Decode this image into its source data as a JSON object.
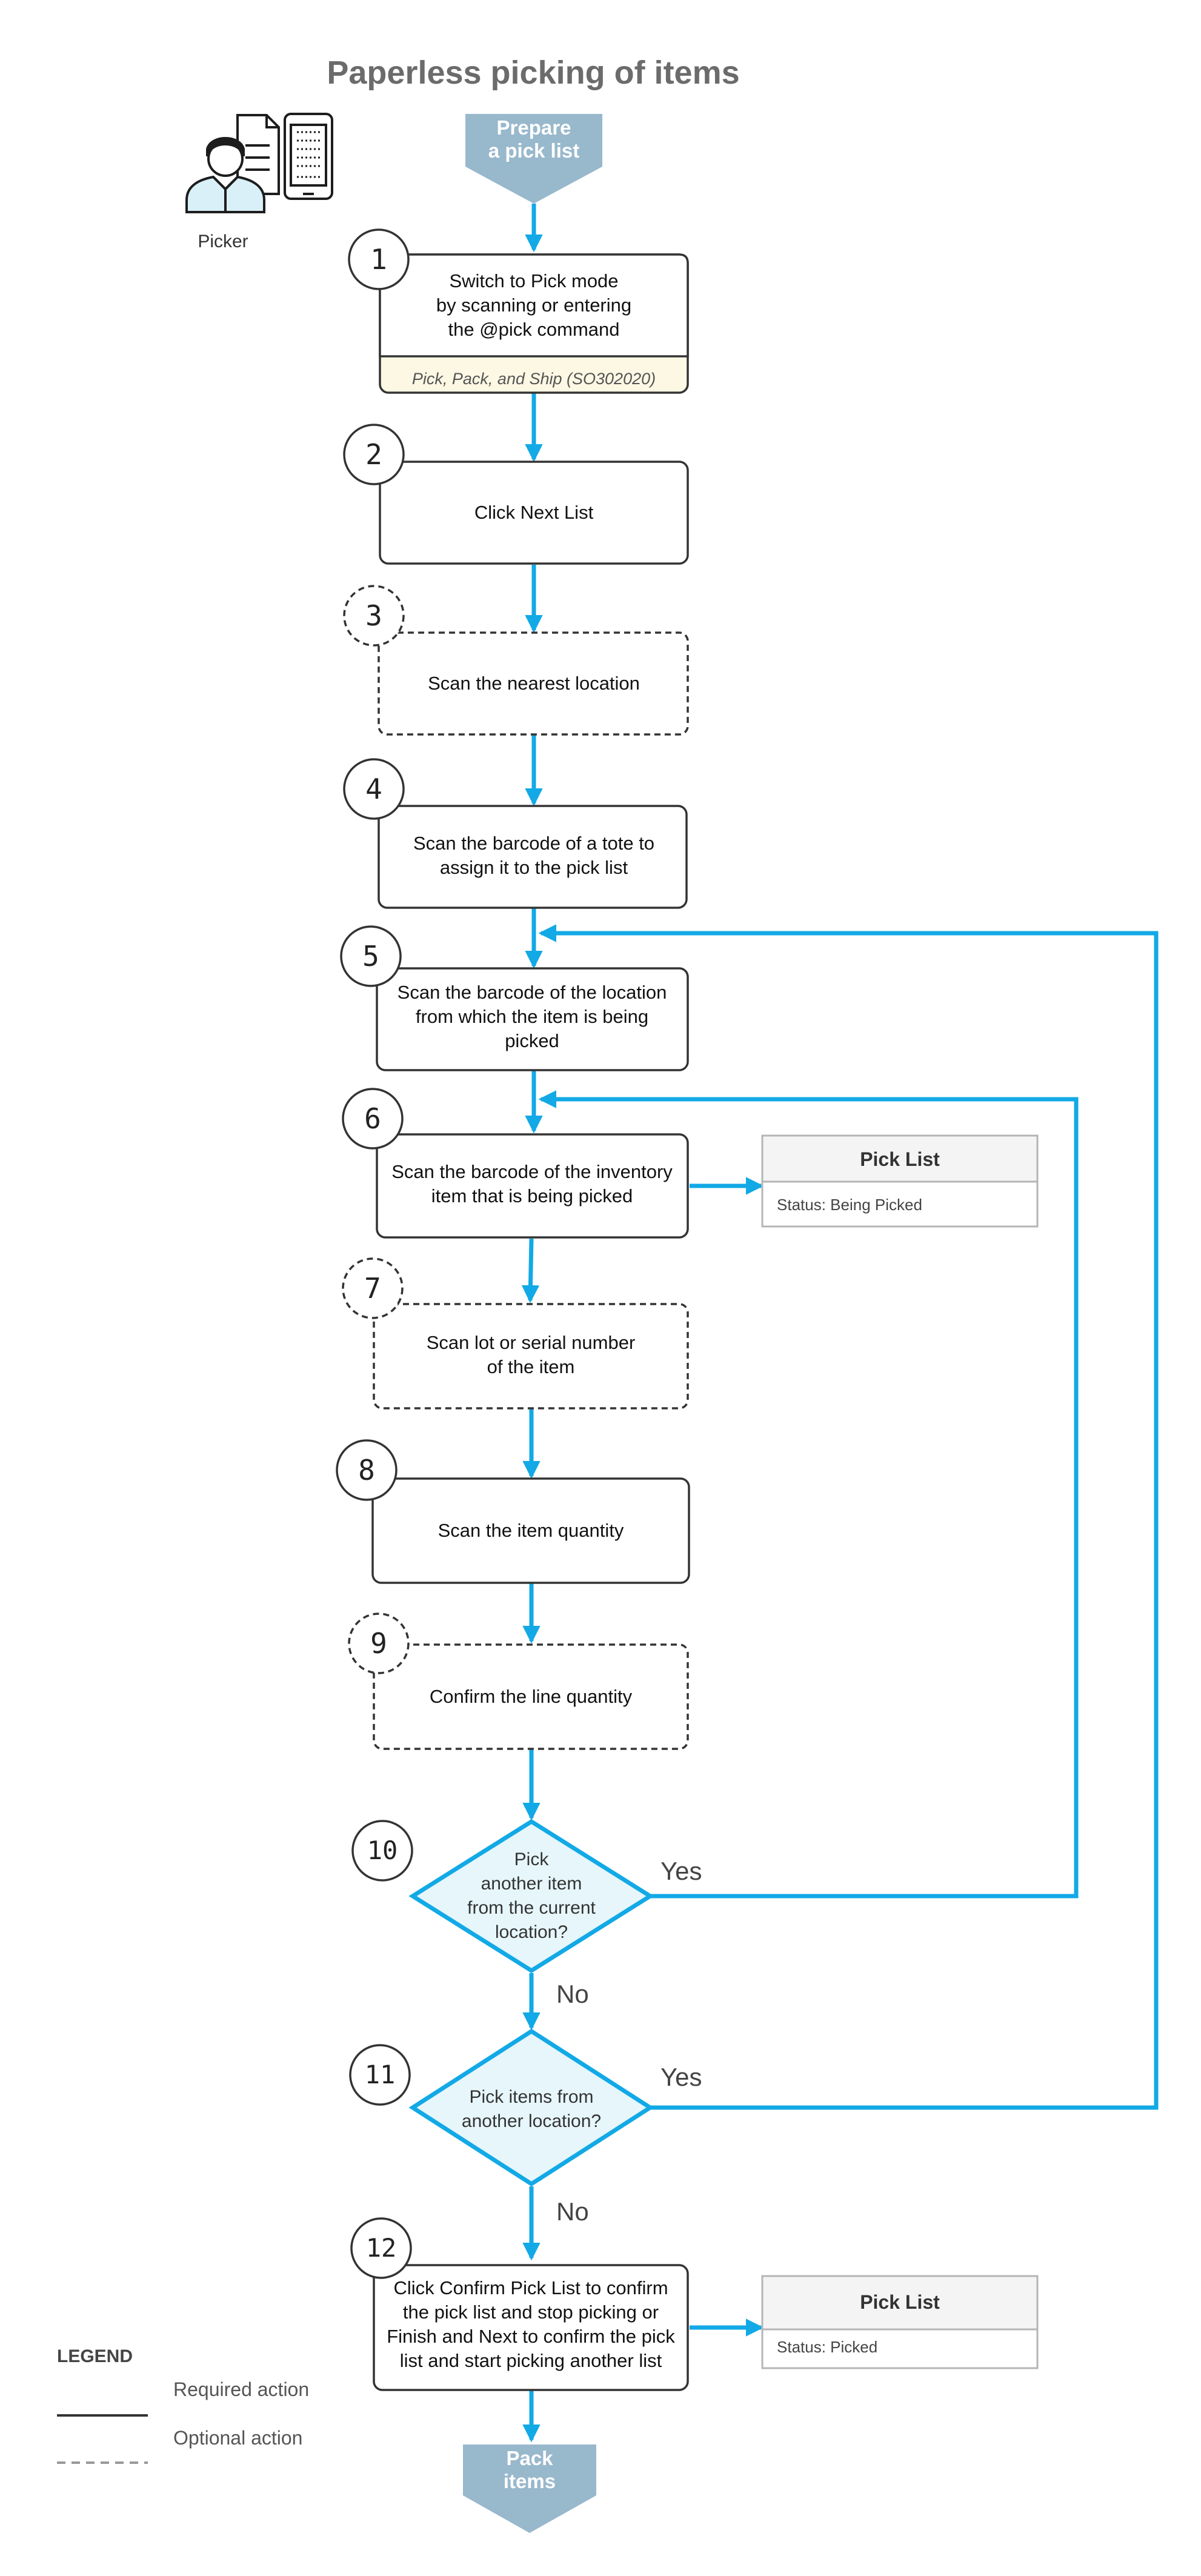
{
  "title": "Paperless picking of items",
  "actor": {
    "label": "Picker",
    "icon": "picker-with-scanner-icon"
  },
  "start": {
    "line1": "Prepare",
    "line2": "a pick list"
  },
  "end": {
    "line1": "Pack",
    "line2": "items"
  },
  "steps": [
    {
      "num": "1",
      "optional": false,
      "lines": [
        "Switch to Pick mode",
        "by scanning or entering",
        "the @pick command"
      ],
      "note": "Pick, Pack, and Ship (SO302020)"
    },
    {
      "num": "2",
      "optional": false,
      "lines": [
        "Click Next List"
      ]
    },
    {
      "num": "3",
      "optional": true,
      "lines": [
        "Scan the nearest location"
      ]
    },
    {
      "num": "4",
      "optional": false,
      "lines": [
        "Scan the barcode of a tote to",
        "assign it to the pick list"
      ]
    },
    {
      "num": "5",
      "optional": false,
      "lines": [
        "Scan the barcode of the location",
        "from which the item is being",
        "picked"
      ]
    },
    {
      "num": "6",
      "optional": false,
      "lines": [
        "Scan the barcode of the inventory",
        "item that is being picked"
      ]
    },
    {
      "num": "7",
      "optional": true,
      "lines": [
        "Scan lot or serial number",
        "of the item"
      ]
    },
    {
      "num": "8",
      "optional": false,
      "lines": [
        "Scan the item quantity"
      ]
    },
    {
      "num": "9",
      "optional": true,
      "lines": [
        "Confirm the line quantity"
      ]
    },
    {
      "num": "12",
      "optional": false,
      "lines": [
        "Click Confirm Pick List to confirm",
        "the pick list and stop picking or",
        "Finish and Next to confirm the pick",
        "list and start picking another list"
      ]
    }
  ],
  "decisions": [
    {
      "num": "10",
      "lines": [
        "Pick",
        "another item",
        "from the current",
        "location?"
      ],
      "yes": "Yes",
      "no": "No"
    },
    {
      "num": "11",
      "lines": [
        "Pick items from",
        "another location?"
      ],
      "yes": "Yes",
      "no": "No"
    }
  ],
  "pick_lists": [
    {
      "header": "Pick List",
      "status": "Status: Being Picked"
    },
    {
      "header": "Pick List",
      "status": "Status: Picked"
    }
  ],
  "legend": {
    "title": "LEGEND",
    "required": "Required action",
    "optional": "Optional action"
  },
  "colors": {
    "flow": "#12a9e6",
    "terminal": "#98b8cc",
    "decision_fill": "#e6f6fb",
    "note_fill": "#fdf8e4",
    "table_header": "#f4f4f4"
  }
}
